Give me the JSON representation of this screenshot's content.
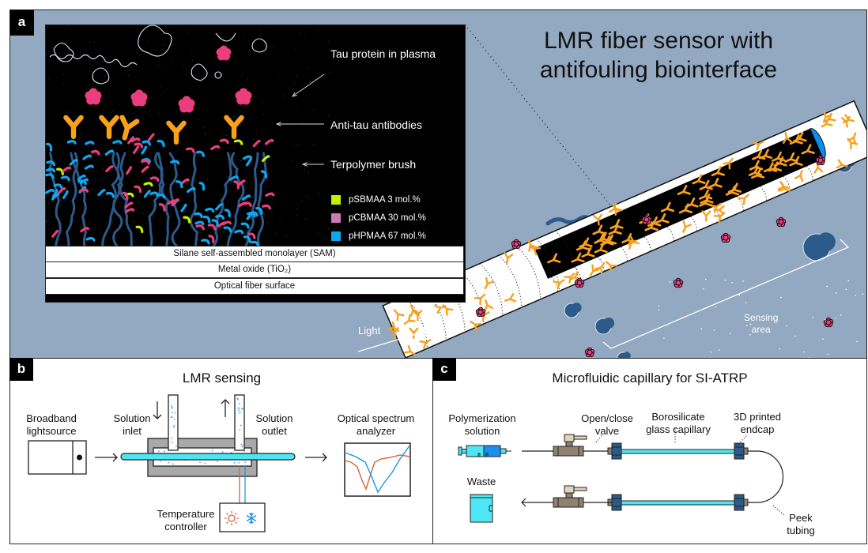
{
  "panel_a": {
    "label": "a",
    "title_line1": "LMR fiber sensor with",
    "title_line2": "antifouling biointerface",
    "annotations": {
      "tau": "Tau protein in plasma",
      "antibodies": "Anti-tau antibodies",
      "brush": "Terpolymer brush"
    },
    "legend": [
      {
        "label": "pSBMAA 3 mol.%",
        "color": "#c2f000"
      },
      {
        "label": "pCBMAA 30 mol.%",
        "color": "#c97bb8"
      },
      {
        "label": "pHPMAA 67 mol.%",
        "color": "#0fa7f0"
      }
    ],
    "layers": [
      "Silane self-assembled monolayer (SAM)",
      "Metal oxide (TiO₂)",
      "Optical fiber surface"
    ],
    "light_label": "Light",
    "sensing_label_line1": "Sensing",
    "sensing_label_line2": "area",
    "colors": {
      "background": "#93a8c1",
      "tau_protein": "#ec3d7f",
      "antibody": "#f9a11b",
      "chain_dark": "#2c5a8a",
      "chain_pink": "#ec3d7f",
      "chain_blue": "#0fa7f0",
      "cleaved_face": "#0a8ff0"
    }
  },
  "panel_b": {
    "label": "b",
    "title": "LMR sensing",
    "labels": {
      "source_line1": "Broadband",
      "source_line2": "lightsource",
      "inlet_line1": "Solution",
      "inlet_line2": "inlet",
      "outlet_line1": "Solution",
      "outlet_line2": "outlet",
      "osa_line1": "Optical spectrum",
      "osa_line2": "analyzer",
      "temp_line1": "Temperature",
      "temp_line2": "controller"
    },
    "icons": [
      "sun-icon",
      "snowflake-icon"
    ],
    "colors": {
      "fiber": "#4ee6f2",
      "heat": "#d0643a",
      "cool": "#1a95e8",
      "housing": "#a9a9a9"
    }
  },
  "panel_c": {
    "label": "c",
    "title": "Microfluidic capillary for SI-ATRP",
    "labels": {
      "syringe_line1": "Polymerization",
      "syringe_line2": "solution",
      "valve_line1": "Open/close",
      "valve_line2": "valve",
      "capillary_line1": "Borosilicate",
      "capillary_line2": "glass capillary",
      "endcap_line1": "3D printed",
      "endcap_line2": "endcap",
      "waste": "Waste",
      "tubing_line1": "Peek",
      "tubing_line2": "tubing"
    },
    "colors": {
      "valve": "#8f8270",
      "endcap": "#2c5a8a",
      "capillary": "#4ee6f2",
      "syringe": "#1a8ff0"
    }
  }
}
